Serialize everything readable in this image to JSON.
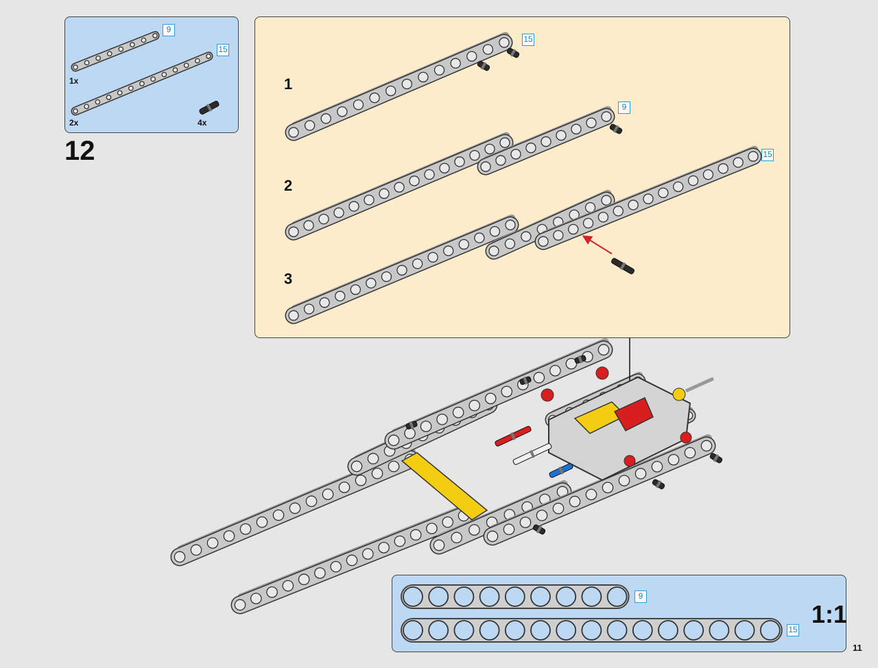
{
  "step": {
    "number": "12"
  },
  "page": {
    "number": "11"
  },
  "parts_list": {
    "items": [
      {
        "qty": "1x",
        "length": "9"
      },
      {
        "qty": "2x",
        "length": "15"
      },
      {
        "qty": "4x"
      }
    ]
  },
  "sub_steps": [
    "1",
    "2",
    "3"
  ],
  "callouts": {
    "step1_beam": "15",
    "step2_beam": "9",
    "step3_beam": "15"
  },
  "scale_guide": {
    "label": "1:1",
    "beams": [
      {
        "length": "9",
        "holes": 9
      },
      {
        "length": "15",
        "holes": 15
      }
    ]
  },
  "colors": {
    "parts_bg": "#bcd8f3",
    "subassembly_bg": "#fdeccb",
    "callout_border": "#2a9dd6",
    "beam_gray": "#c8c8c8",
    "arrow_red": "#d0232a",
    "accent_yellow": "#f2cd12",
    "accent_red": "#d81e1e",
    "accent_blue": "#1f6fd1"
  },
  "icons": [
    "technic-beam-icon",
    "friction-pin-icon",
    "assembly-arrow-icon",
    "sub-assembly-pointer-icon"
  ]
}
